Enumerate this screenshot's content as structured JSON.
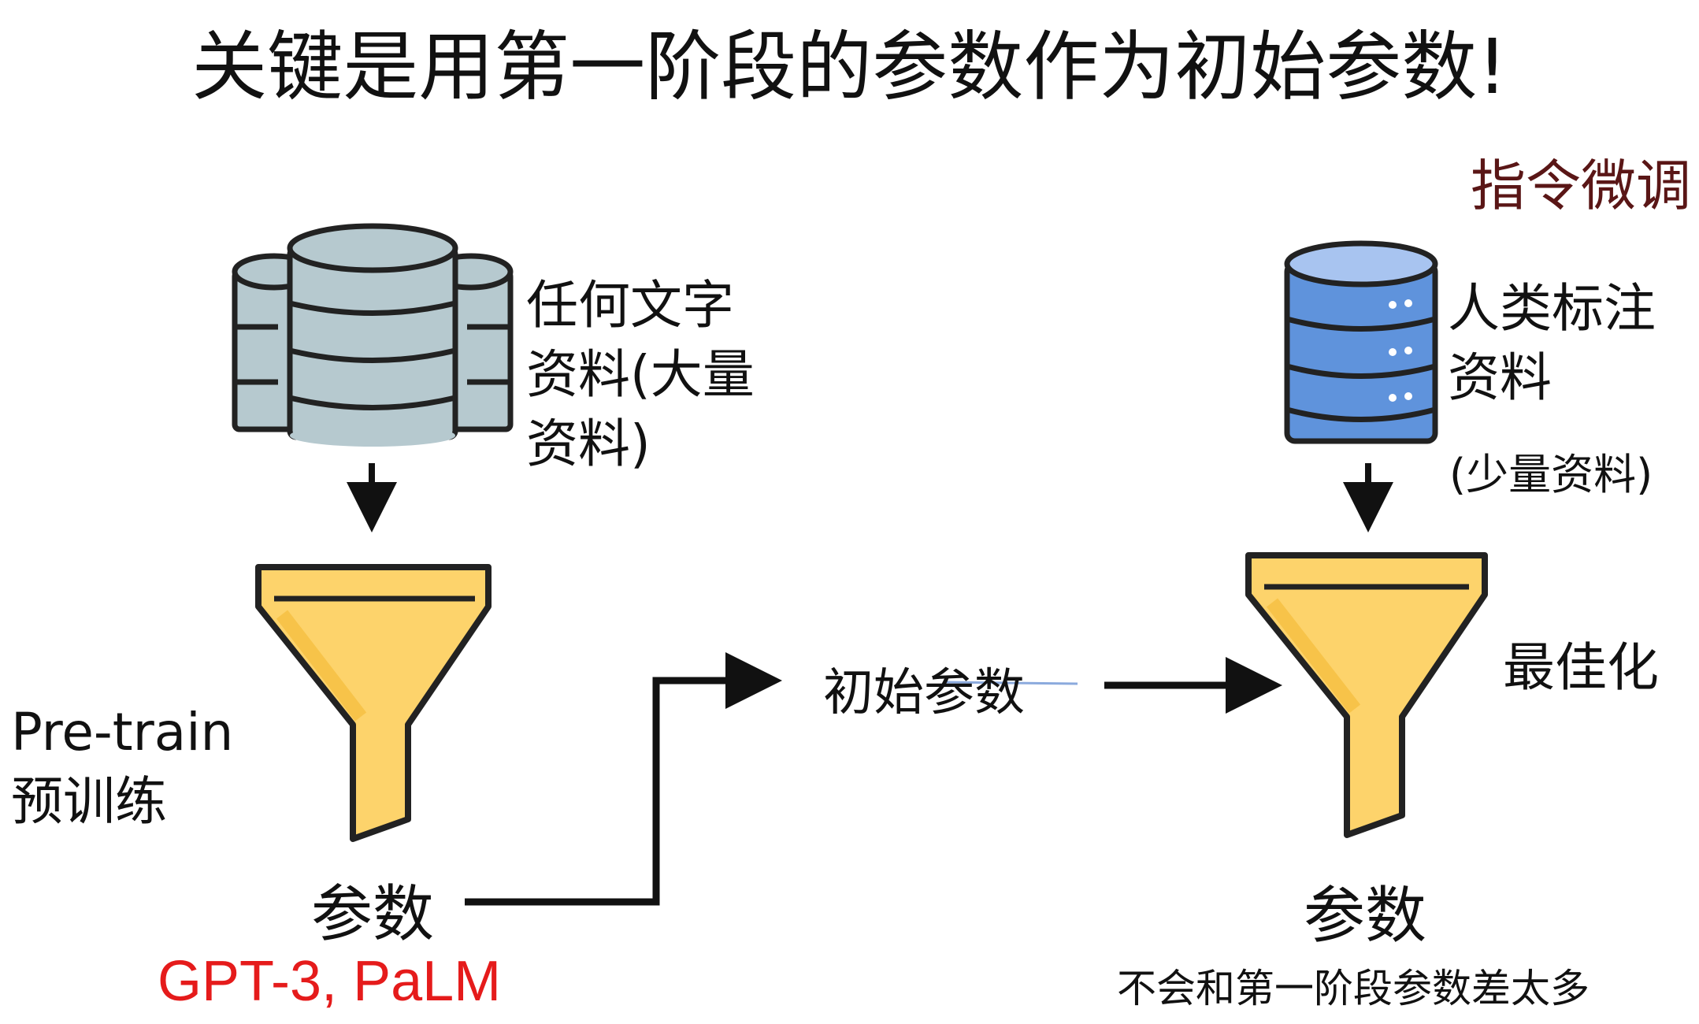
{
  "title": "关键是用第一阶段的参数作为初始参数!",
  "stage2_title": "指令微调",
  "stage1": {
    "data_label_lines": [
      "任何文字",
      "资料(大量",
      "资料)"
    ],
    "train_label_lines": [
      "Pre-train",
      "预训练"
    ],
    "params_label": "参数",
    "models_label": "GPT-3, PaLM"
  },
  "transfer_label": "初始参数",
  "stage2": {
    "data_label_lines": [
      "人类标注",
      "资料"
    ],
    "data_amount_label": "(少量资料)",
    "optimize_label": "最佳化",
    "params_label": "参数",
    "note": "不会和第一阶段参数差太多"
  },
  "colors": {
    "db_gray": "#b6c9cf",
    "db_blue": "#5f93dc",
    "funnel_yellow": "#fdd36b",
    "accent_red": "#e51b1b",
    "stage2_title": "#5a1616"
  },
  "icons": [
    "database-icon",
    "database-blue-icon",
    "funnel-icon",
    "arrow-down-icon",
    "arrow-right-icon"
  ]
}
